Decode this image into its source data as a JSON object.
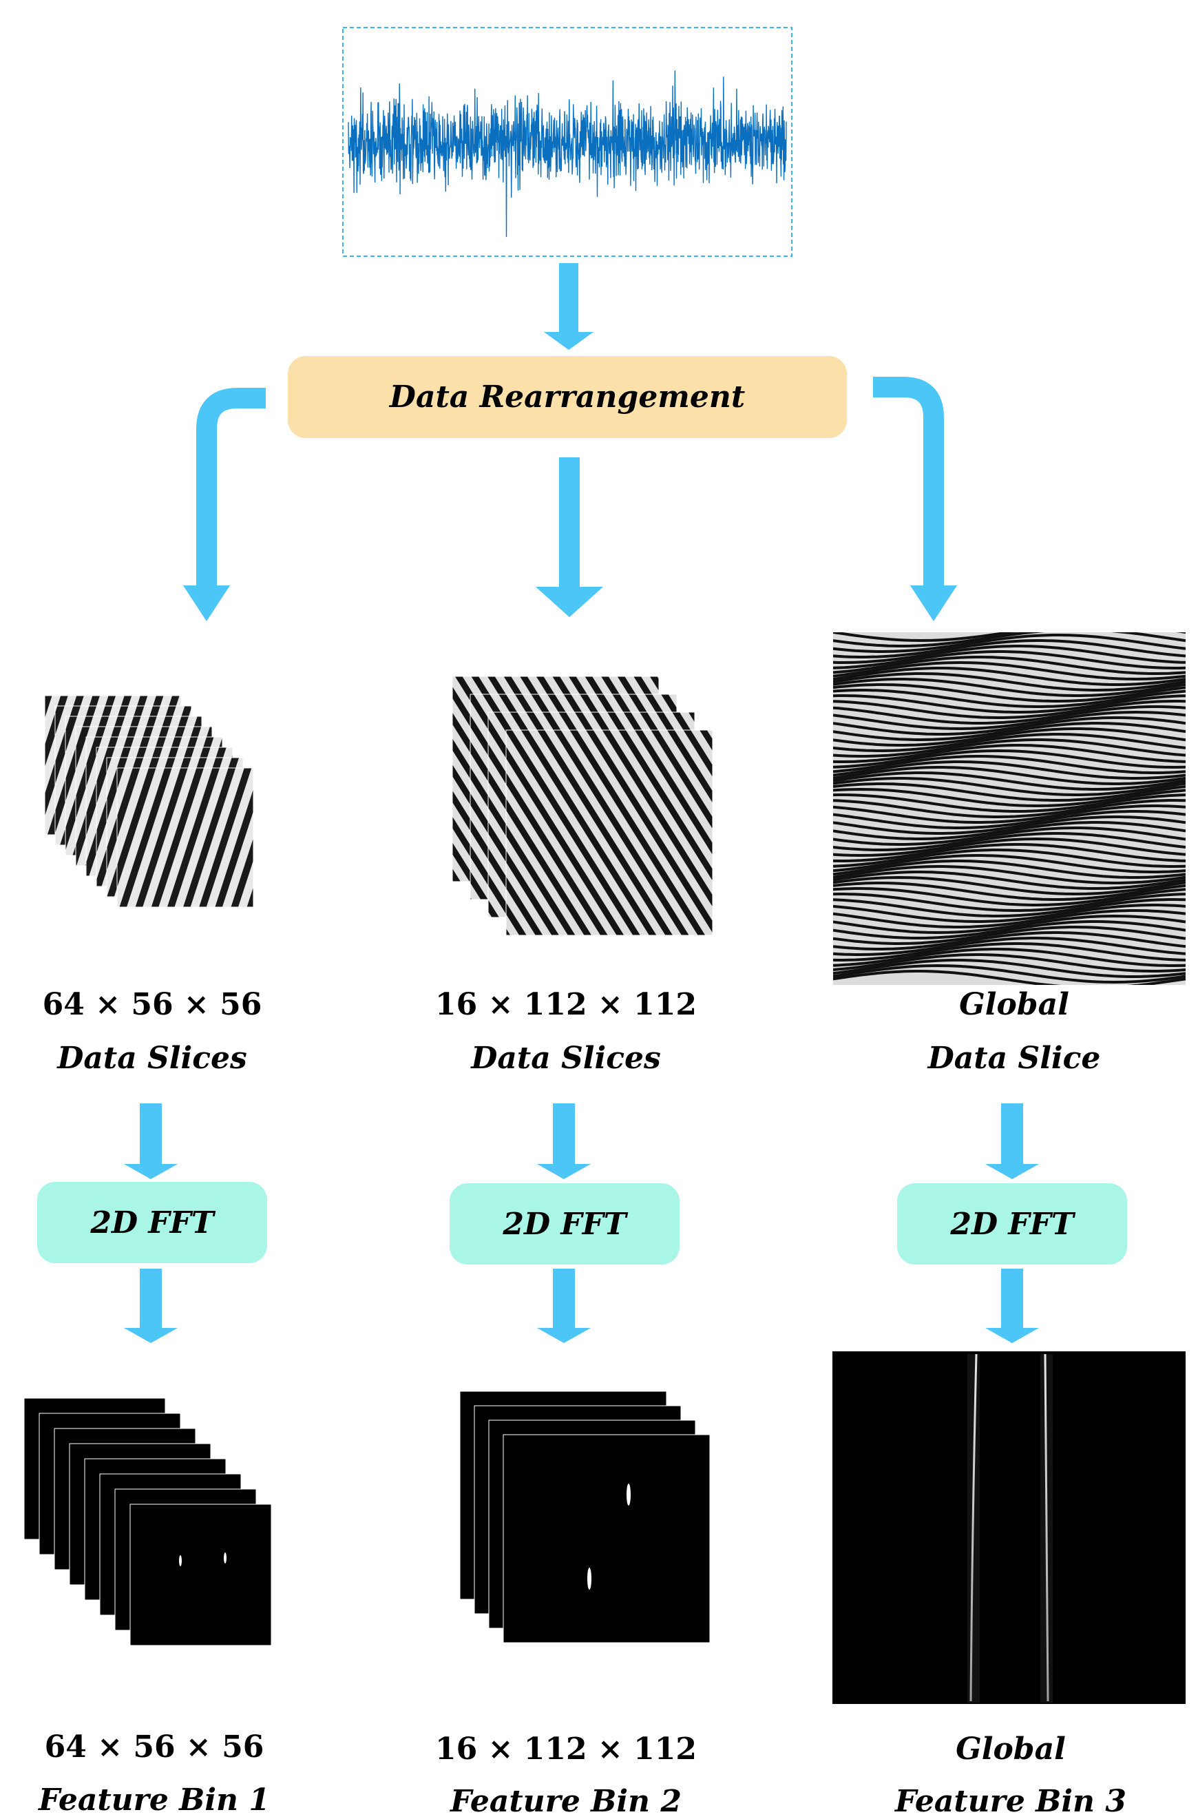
{
  "colors": {
    "arrow": "#4cc6f7",
    "rearrange_box": "#fbe0a9",
    "fft_box": "#a9f5e6",
    "signal": "#0a6fbf",
    "signal_frame": "#3fb4e6"
  },
  "rearrange": {
    "label": "Data Rearrangement"
  },
  "columns": [
    {
      "dims": "64 × 56 × 56",
      "slice_label": "Data Slices",
      "fft_label": "2D FFT",
      "feature_dims": "64 × 56 × 56",
      "feature_label": "Feature Bin 1"
    },
    {
      "dims": "16 × 112 × 112",
      "slice_label": "Data Slices",
      "fft_label": "2D FFT",
      "feature_dims": "16 × 112 × 112",
      "feature_label": "Feature Bin 2"
    },
    {
      "dims": "Global",
      "slice_label": "Data Slice",
      "fft_label": "2D FFT",
      "feature_dims": "Global",
      "feature_label": "Feature Bin 3"
    }
  ]
}
